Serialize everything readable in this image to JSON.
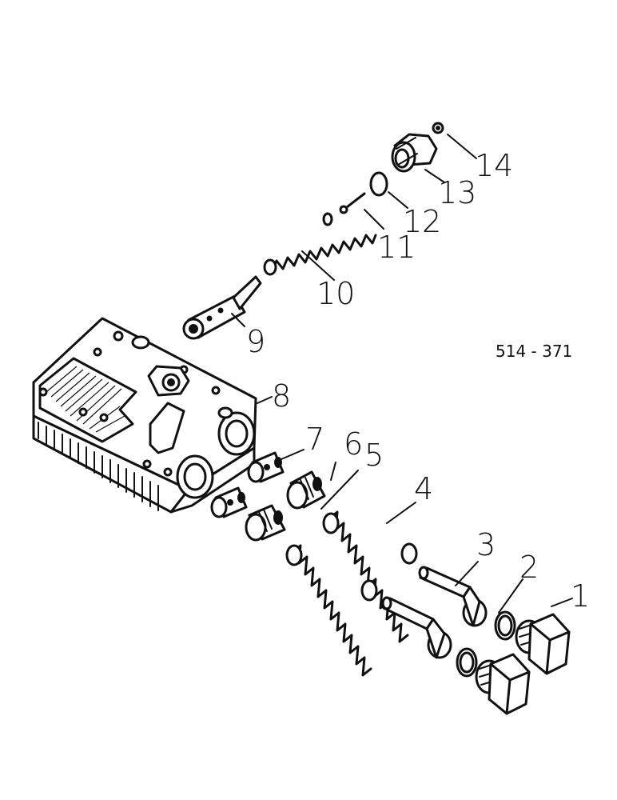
{
  "diagram": {
    "figure_code": "514 - 371",
    "callouts": [
      "1",
      "2",
      "3",
      "4",
      "5",
      "6",
      "7",
      "8",
      "9",
      "10",
      "11",
      "12",
      "13",
      "14"
    ]
  }
}
